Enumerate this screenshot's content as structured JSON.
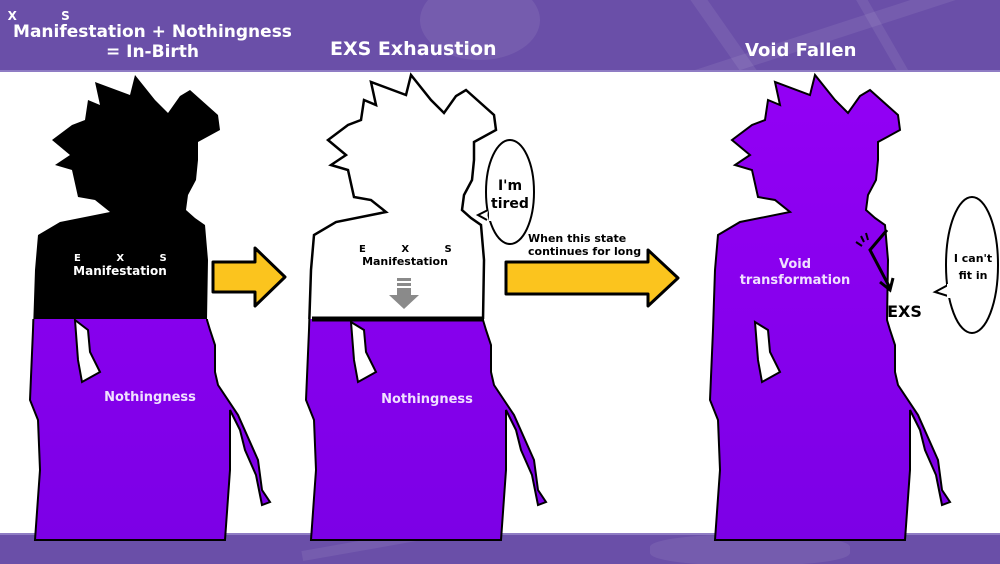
{
  "header": {
    "stage1": {
      "superscript": "E X S",
      "title_line1": "Manifestation + Nothingness",
      "title_line2": "= In-Birth"
    },
    "stage2": {
      "title": "EXS Exhaustion"
    },
    "stage3": {
      "title": "Void Fallen"
    }
  },
  "figures": [
    {
      "upper_superscript": "E X S",
      "upper_label": "Manifestation",
      "lower_label": "Nothingness",
      "upper_color": "#000000",
      "lower_color": "#8a00f0"
    },
    {
      "upper_superscript": "E X S",
      "upper_label": "Manifestation",
      "lower_label": "Nothingness",
      "upper_color": "#ffffff",
      "lower_color": "#8a00f0",
      "speech": [
        "I'm",
        "tired"
      ]
    },
    {
      "label_line1": "Void",
      "label_line2": "transformation",
      "color": "#8a00f0",
      "ejected": "EXS",
      "speech": [
        "I can't",
        "fit in"
      ]
    }
  ],
  "arrows": [
    {
      "caption": ""
    },
    {
      "caption_line1": "When this state",
      "caption_line2": "continues for long"
    }
  ],
  "colors": {
    "band": "#6a4fa8",
    "void": "#8a00f0",
    "arrow": "#fbc41e",
    "outline": "#000000"
  }
}
